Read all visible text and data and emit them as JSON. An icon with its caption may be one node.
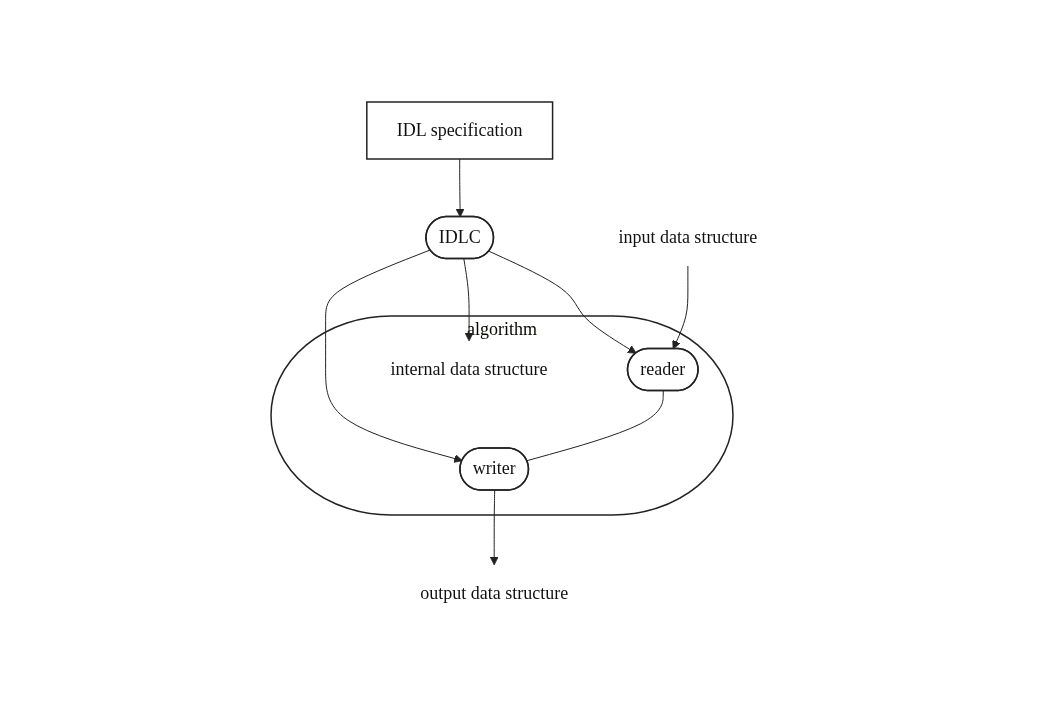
{
  "diagram": {
    "nodes": [
      {
        "text": [
          "IDL specification"
        ]
      },
      {
        "text": [
          "IDLC"
        ]
      },
      {
        "text": [
          "algorithm"
        ]
      },
      {
        "text": [
          "reader"
        ],
        "in": 2
      },
      {
        "text": [
          "writer"
        ],
        "in": 2
      },
      {
        "text": [
          "internal data structure"
        ],
        "in": 2
      },
      {
        "text": [
          "input data structure"
        ]
      },
      {
        "text": [
          "output data structure"
        ]
      }
    ],
    "edges": [
      {
        "from": 0,
        "to": 1,
        "arrow": "to"
      },
      {
        "from": 1,
        "to": 3,
        "arrow": "to"
      },
      {
        "from": 1,
        "to": 4,
        "arrow": "to"
      },
      {
        "from": 1,
        "to": 5,
        "arrow": "to"
      },
      {
        "from": 6,
        "to": 3,
        "arrow": "to"
      },
      {
        "from": 3,
        "to": 4,
        "arrow": "none"
      },
      {
        "from": 4,
        "to": 7,
        "arrow": "to"
      }
    ]
  }
}
